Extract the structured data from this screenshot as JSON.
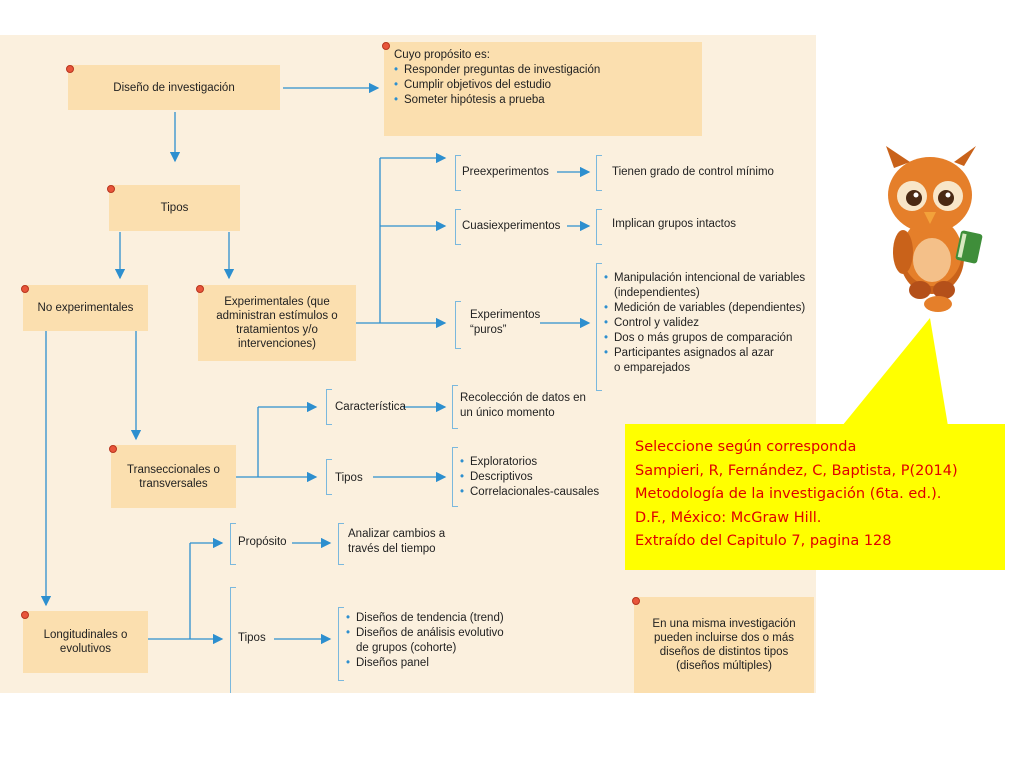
{
  "diagram": {
    "root": "Diseño de investigación",
    "purpose": {
      "heading": "Cuyo propósito es:",
      "items": [
        "Responder preguntas de investigación",
        "Cumplir objetivos del estudio",
        "Someter hipótesis a prueba"
      ]
    },
    "tipos": "Tipos",
    "no_experimentales": "No experimentales",
    "experimentales": "Experimentales (que administran estímulos o tratamientos y/o intervenciones)",
    "preexperimentos": "Preexperimentos",
    "preexperimentos_desc": "Tienen grado de control mínimo",
    "cuasiexperimentos": "Cuasiexperimentos",
    "cuasiexperimentos_desc": "Implican grupos intactos",
    "experimentos_puros": "Experimentos “puros”",
    "puros_items": [
      "Manipulación intencional de variables",
      "(independientes)",
      "Medición de variables (dependientes)",
      "Control y validez",
      "Dos o más grupos de comparación",
      "Participantes asignados al azar",
      "o emparejados"
    ],
    "transeccionales": "Transeccionales o transversales",
    "caracteristica": "Característica",
    "caracteristica_desc": "Recolección de datos en un único momento",
    "tipos_trans": "Tipos",
    "tipos_trans_items": [
      "Exploratorios",
      "Descriptivos",
      "Correlacionales-causales"
    ],
    "longitudinales": "Longitudinales o evolutivos",
    "proposito": "Propósito",
    "proposito_desc": "Analizar cambios a través del tiempo",
    "tipos_long": "Tipos",
    "tipos_long_items": [
      "Diseños de tendencia (trend)",
      "Diseños de análisis evolutivo",
      "de grupos (cohorte)",
      "Diseños panel"
    ],
    "note": "En una misma investigación pueden incluirse dos o más diseños de distintos tipos (diseños múltiples)"
  },
  "callout": {
    "lines": [
      "Seleccione según corresponda",
      "Sampieri, R, Fernández, C, Baptista, P(2014)",
      "Metodología de la investigación (6ta. ed.).",
      "D.F., México: McGraw Hill.",
      "Extraído del  Capitulo 7, pagina 128"
    ]
  },
  "colors": {
    "canvas": "#fbf0de",
    "box": "#fbdfaf",
    "arrow": "#2d8fcf",
    "callout_bg": "#ffff00",
    "callout_text": "#e00000"
  },
  "icons": {
    "mascot": "owl-mascot-icon"
  }
}
